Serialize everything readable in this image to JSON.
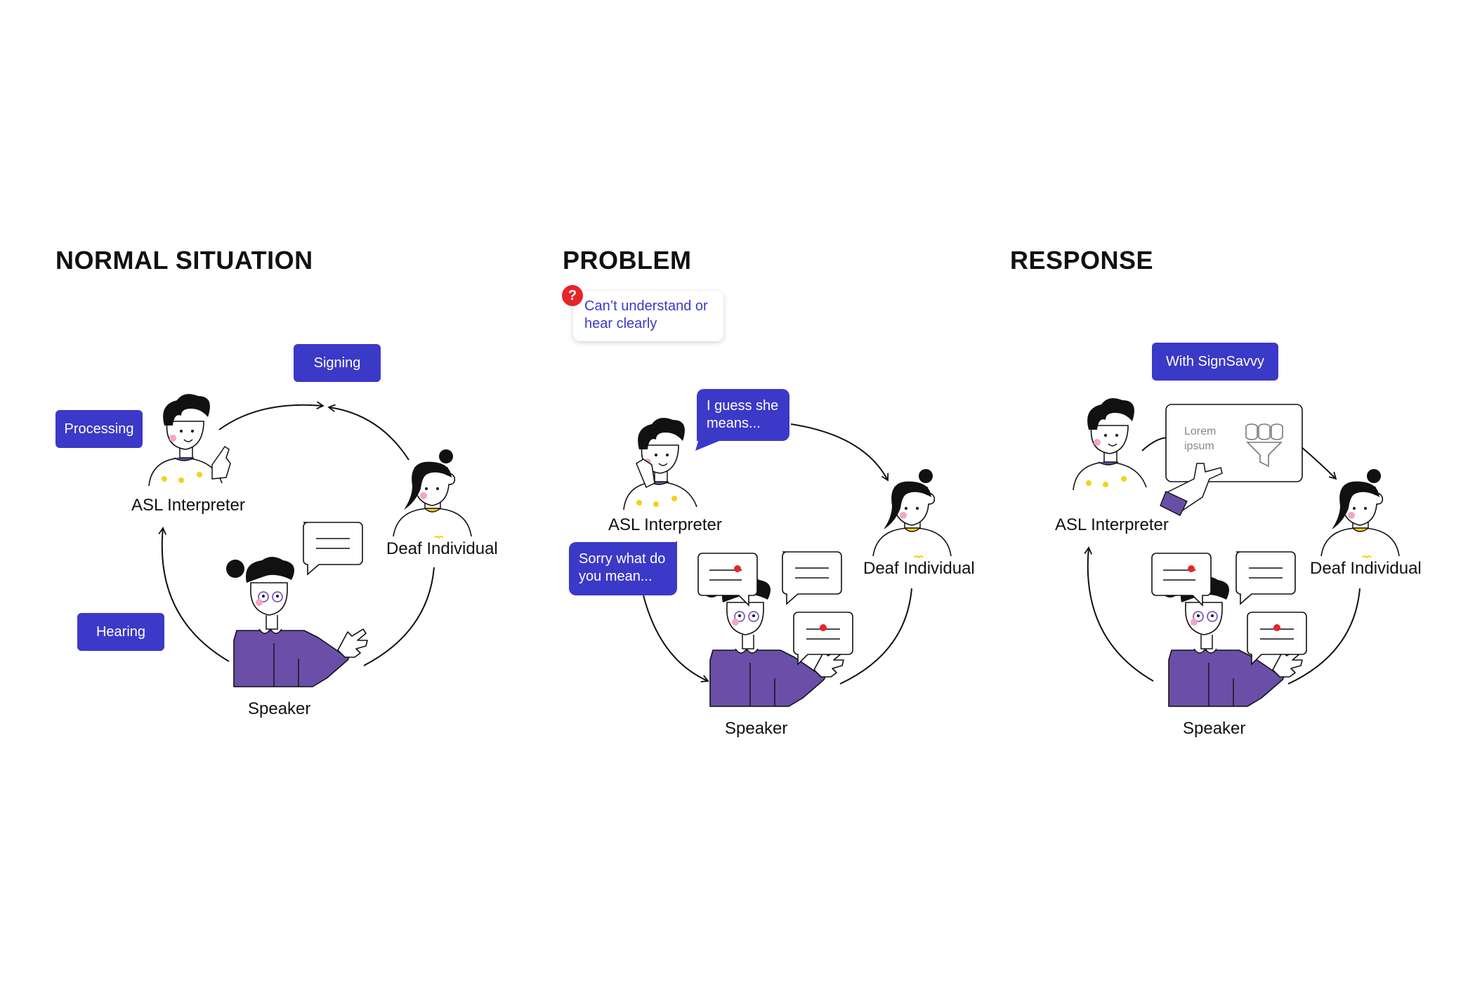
{
  "sections": {
    "normal": {
      "title": "NORMAL SITUATION",
      "tags": {
        "signing": "Signing",
        "processing": "Processing",
        "hearing": "Hearing"
      },
      "labels": {
        "interpreter": "ASL Interpreter",
        "deaf": "Deaf Individual",
        "speaker": "Speaker"
      }
    },
    "problem": {
      "title": "PROBLEM",
      "note": {
        "badge": "?",
        "line1": "Can’t understand or",
        "line2": "hear clearly"
      },
      "bubbles": {
        "interpreter": {
          "line1": "I guess she",
          "line2": "means..."
        },
        "speaker": {
          "line1": "Sorry what do",
          "line2": "you mean..."
        }
      },
      "labels": {
        "interpreter": "ASL Interpreter",
        "deaf": "Deaf Individual",
        "speaker": "Speaker"
      }
    },
    "response": {
      "title": "RESPONSE",
      "tag": "With SignSavvy",
      "board": {
        "line1": "Lorem",
        "line2": "ipsum"
      },
      "labels": {
        "interpreter": "ASL Interpreter",
        "deaf": "Deaf Individual",
        "speaker": "Speaker"
      }
    }
  },
  "colors": {
    "accent": "#3b39c7",
    "speaker_shirt": "#6b4ea8",
    "alert_red": "#e5252a",
    "dot_yellow": "#f2d21a",
    "cheek_pink": "#f3a6c4"
  },
  "icons": [
    "person-icon",
    "speech-bubble-icon",
    "alert-bubble-icon",
    "database-filter-icon",
    "cycle-arrow-icon"
  ]
}
